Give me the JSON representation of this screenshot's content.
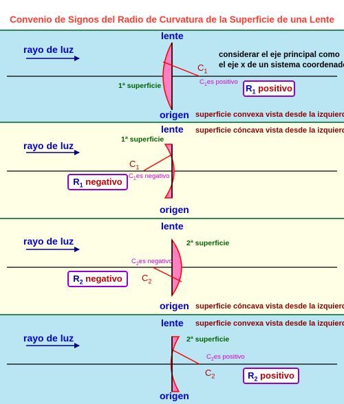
{
  "title": "Convenio de Signos del Radio de Curvatura de la Superficie de una Lente",
  "common": {
    "lente": "lente",
    "origen": "origen",
    "rayo": "rayo de luz"
  },
  "colors": {
    "title": "#ff3b30",
    "blue_bg": "#b9e6f2",
    "yellow_bg": "#ffffe5",
    "separator": "#2e8b57",
    "lens_fill": "#ff80c0",
    "radius_line": "#ff0000",
    "box_border": "#9400d3"
  },
  "panels": [
    {
      "note_line1": "considerar el eje principal como",
      "note_line2": "el eje x de un sistema coordenado",
      "surface_label": "1ª superficie",
      "center_main": "C",
      "center_sub": "1",
      "sign_text_pre": "C",
      "sign_text_sub": "1",
      "sign_text_post": "es positivo",
      "radius_symbol": "R",
      "radius_sub": "1",
      "radius_sign": "positivo",
      "surface_desc": "superficie convexa vista desde la izquierda"
    },
    {
      "surface_desc": "superficie cóncava vista desde la izquierda",
      "surface_label": "1ª superficie",
      "center_main": "C",
      "center_sub": "1",
      "sign_text_pre": "C",
      "sign_text_sub": "1",
      "sign_text_post": "es negativo",
      "radius_symbol": "R",
      "radius_sub": "1",
      "radius_sign": "negativo"
    },
    {
      "surface_label": "2ª superficie",
      "center_main": "C",
      "center_sub": "2",
      "sign_text_pre": "C",
      "sign_text_sub": "2",
      "sign_text_post": "es negativo",
      "radius_symbol": "R",
      "radius_sub": "2",
      "radius_sign": "negativo",
      "surface_desc": "superficie cóncava vista desde la izquierda"
    },
    {
      "surface_desc": "superficie convexa vista desde la izquierda",
      "surface_label": "2ª superficie",
      "center_main": "C",
      "center_sub": "2",
      "sign_text_pre": "C",
      "sign_text_sub": "2",
      "sign_text_post": "es positivo",
      "radius_symbol": "R",
      "radius_sub": "2",
      "radius_sign": "positivo"
    }
  ]
}
